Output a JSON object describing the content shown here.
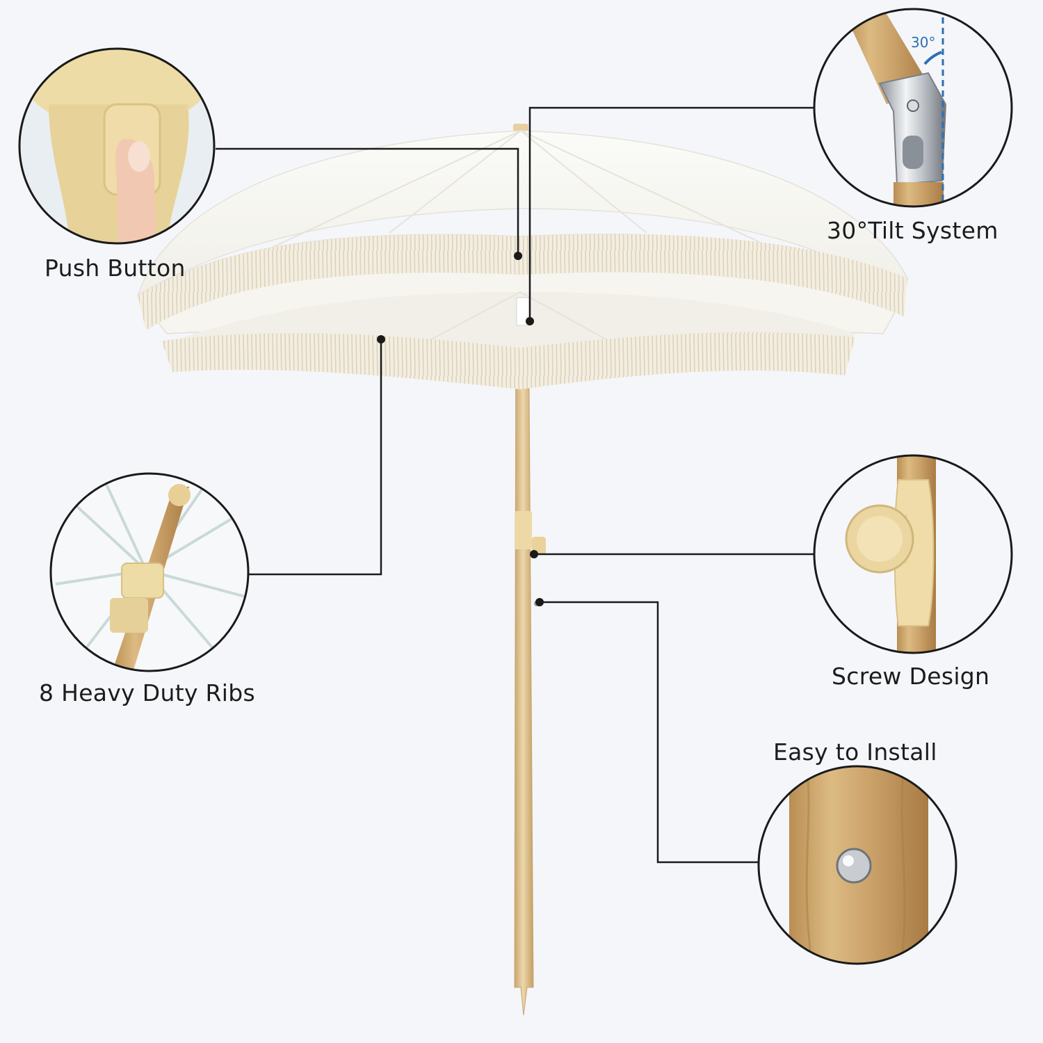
{
  "features": {
    "push_button": "Push Button",
    "tilt_system": "30°Tilt System",
    "tilt_angle": "30°",
    "ribs": "8 Heavy Duty Ribs",
    "screw": "Screw Design",
    "install": "Easy to Install"
  },
  "colors": {
    "background": "#f4f6fa",
    "canopy": "#f7f6f1",
    "fringe": "#ece5d3",
    "pole_wood": "#e3c99a",
    "hub_plastic": "#eedca6",
    "callout_line": "#1a1a1a",
    "angle_accent": "#2f6fb3"
  }
}
